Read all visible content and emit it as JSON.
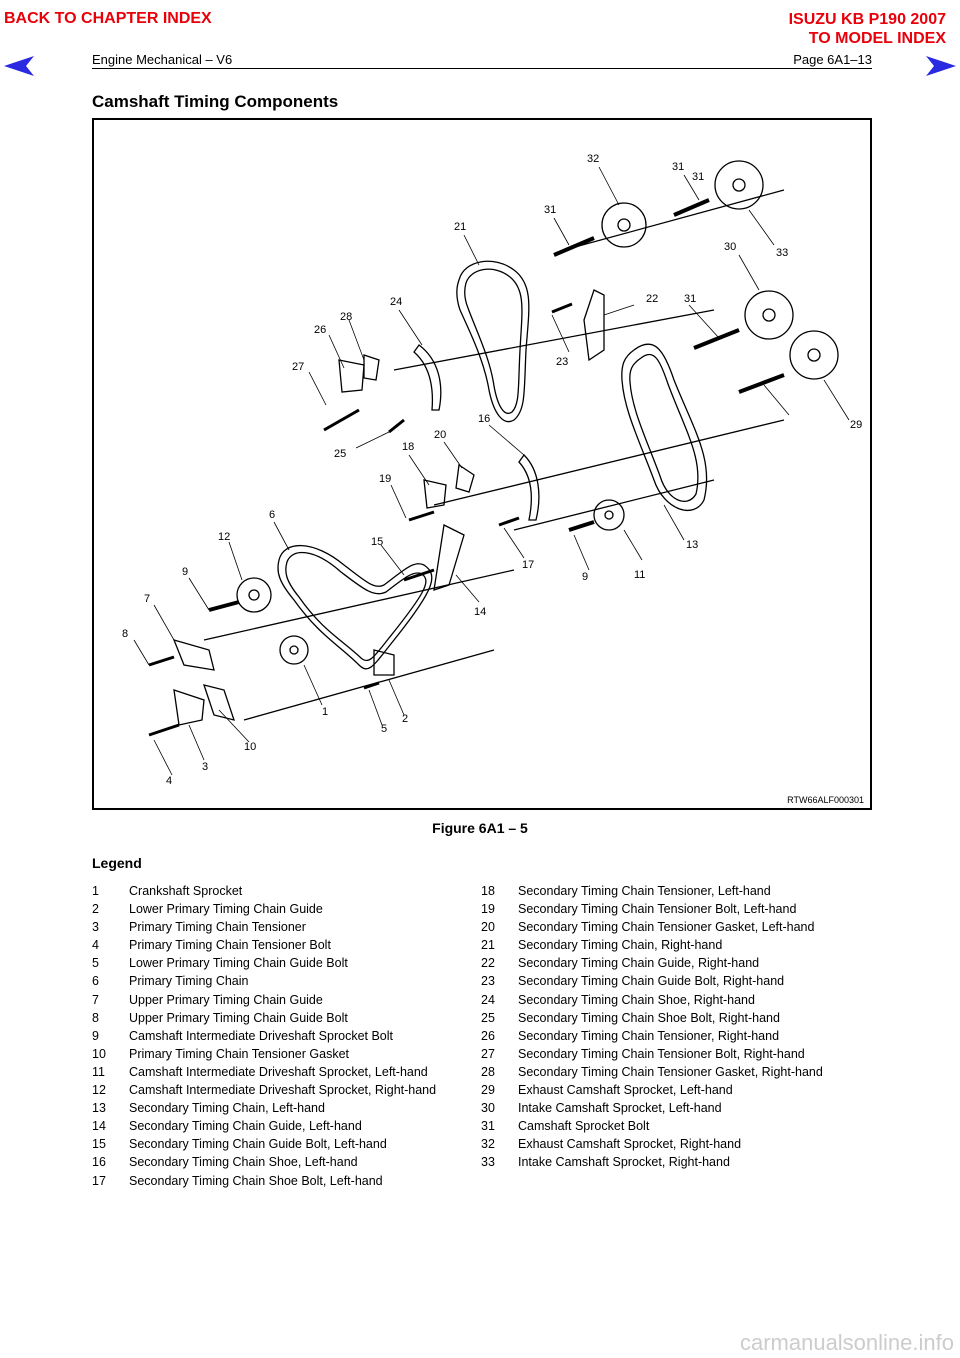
{
  "nav": {
    "back_link": "BACK TO CHAPTER INDEX",
    "model_line1": "ISUZU KB P190 2007",
    "model_line2": "TO MODEL INDEX"
  },
  "header": {
    "section": "Engine Mechanical – V6",
    "page": "Page 6A1–13"
  },
  "title": "Camshaft Timing Components",
  "figure": {
    "code": "RTW66ALF000301",
    "caption": "Figure 6A1 – 5",
    "callouts": [
      "32",
      "31",
      "31",
      "33",
      "21",
      "30",
      "31",
      "22",
      "24",
      "28",
      "26",
      "23",
      "27",
      "31",
      "29",
      "16",
      "20",
      "25",
      "18",
      "19",
      "6",
      "12",
      "15",
      "17",
      "9",
      "11",
      "13",
      "9",
      "7",
      "14",
      "8",
      "1",
      "2",
      "5",
      "10",
      "3",
      "4"
    ]
  },
  "legend": {
    "title": "Legend",
    "left": [
      {
        "n": "1",
        "t": "Crankshaft Sprocket"
      },
      {
        "n": "2",
        "t": "Lower Primary Timing Chain Guide"
      },
      {
        "n": "3",
        "t": "Primary Timing Chain Tensioner"
      },
      {
        "n": "4",
        "t": "Primary Timing Chain Tensioner Bolt"
      },
      {
        "n": "5",
        "t": "Lower Primary Timing Chain Guide Bolt"
      },
      {
        "n": "6",
        "t": "Primary Timing Chain"
      },
      {
        "n": "7",
        "t": "Upper Primary Timing Chain Guide"
      },
      {
        "n": "8",
        "t": "Upper Primary Timing Chain Guide Bolt"
      },
      {
        "n": "9",
        "t": "Camshaft Intermediate Driveshaft Sprocket Bolt"
      },
      {
        "n": "10",
        "t": "Primary Timing Chain Tensioner Gasket"
      },
      {
        "n": "11",
        "t": "Camshaft Intermediate Driveshaft Sprocket, Left-hand"
      },
      {
        "n": "12",
        "t": "Camshaft Intermediate Driveshaft Sprocket, Right-hand"
      },
      {
        "n": "13",
        "t": "Secondary Timing Chain, Left-hand"
      },
      {
        "n": "14",
        "t": "Secondary Timing Chain Guide, Left-hand"
      },
      {
        "n": "15",
        "t": "Secondary Timing Chain Guide Bolt, Left-hand"
      },
      {
        "n": "16",
        "t": "Secondary Timing Chain Shoe, Left-hand"
      },
      {
        "n": "17",
        "t": "Secondary Timing Chain Shoe Bolt, Left-hand"
      }
    ],
    "right": [
      {
        "n": "18",
        "t": "Secondary Timing Chain Tensioner, Left-hand"
      },
      {
        "n": "19",
        "t": "Secondary Timing Chain Tensioner Bolt, Left-hand"
      },
      {
        "n": "20",
        "t": "Secondary Timing Chain Tensioner Gasket, Left-hand"
      },
      {
        "n": "21",
        "t": "Secondary Timing Chain, Right-hand"
      },
      {
        "n": "22",
        "t": "Secondary Timing Chain Guide, Right-hand"
      },
      {
        "n": "23",
        "t": "Secondary Timing Chain Guide Bolt, Right-hand"
      },
      {
        "n": "24",
        "t": "Secondary Timing Chain Shoe, Right-hand"
      },
      {
        "n": "25",
        "t": "Secondary Timing Chain Shoe Bolt, Right-hand"
      },
      {
        "n": "26",
        "t": "Secondary Timing Chain Tensioner, Right-hand"
      },
      {
        "n": "27",
        "t": "Secondary Timing Chain Tensioner Bolt, Right-hand"
      },
      {
        "n": "28",
        "t": "Secondary Timing Chain Tensioner Gasket, Right-hand"
      },
      {
        "n": "29",
        "t": "Exhaust Camshaft Sprocket, Left-hand"
      },
      {
        "n": "30",
        "t": "Intake Camshaft Sprocket, Left-hand"
      },
      {
        "n": "31",
        "t": "Camshaft Sprocket Bolt"
      },
      {
        "n": "32",
        "t": "Exhaust Camshaft Sprocket, Right-hand"
      },
      {
        "n": "33",
        "t": "Intake Camshaft Sprocket, Right-hand"
      }
    ]
  },
  "footer": {
    "site": "carmanualsonline.info"
  },
  "colors": {
    "nav_red": "#e8000b",
    "arrow_blue": "#2a2ae0"
  },
  "icons": [
    "arrow-left-icon",
    "arrow-right-icon"
  ]
}
